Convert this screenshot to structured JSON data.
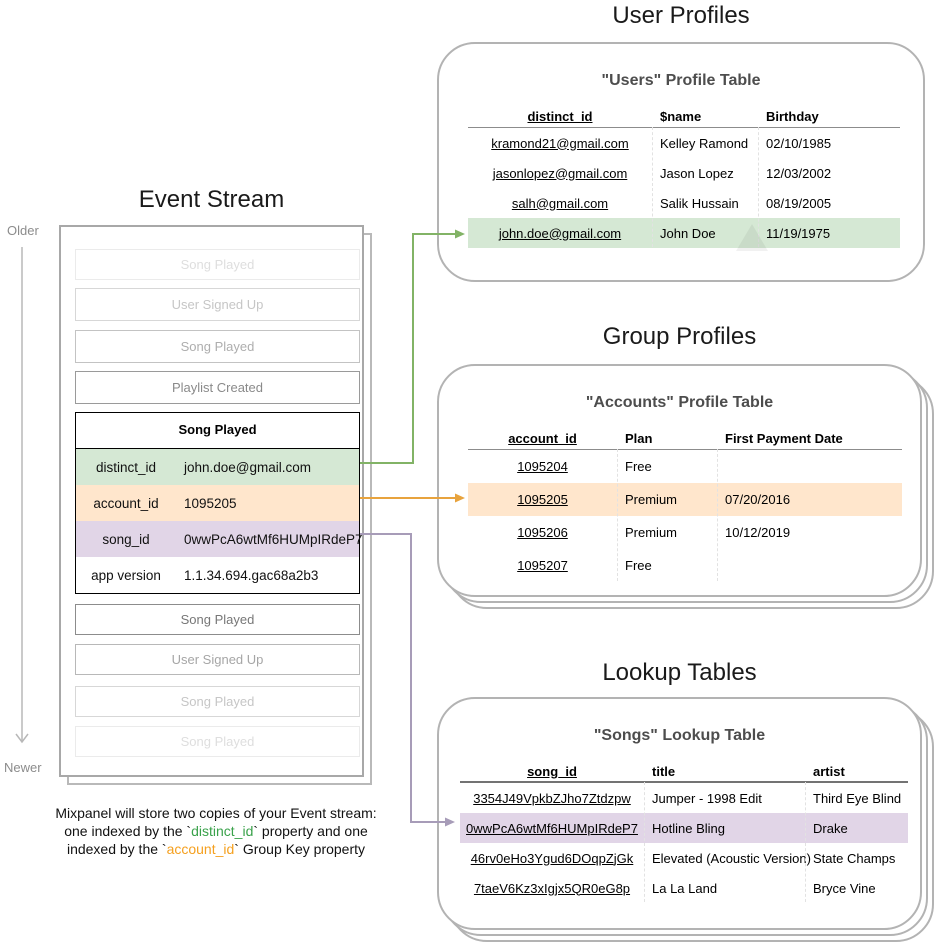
{
  "stream": {
    "title": "Event Stream",
    "older_label": "Older",
    "newer_label": "Newer",
    "events_before": [
      "Song Played",
      "User Signed Up",
      "Song Played",
      "Playlist Created"
    ],
    "selected_event": {
      "name": "Song Played",
      "properties": [
        {
          "key": "distinct_id",
          "value": "john.doe@gmail.com",
          "highlight": "green"
        },
        {
          "key": "account_id",
          "value": "1095205",
          "highlight": "orange"
        },
        {
          "key": "song_id",
          "value": "0wwPcA6wtMf6HUMpIRdeP7",
          "highlight": "purple"
        },
        {
          "key": "app version",
          "value": "1.1.34.694.gac68a2b3",
          "highlight": "none"
        }
      ]
    },
    "events_after": [
      "Song Played",
      "User Signed Up",
      "Song Played",
      "Song Played"
    ]
  },
  "user_profiles": {
    "section_title": "User Profiles",
    "table_title": "\"Users\" Profile Table",
    "columns": [
      "distinct_id",
      "$name",
      "Birthday"
    ],
    "rows": [
      [
        "kramond21@gmail.com",
        "Kelley Ramond",
        "02/10/1985"
      ],
      [
        "jasonlopez@gmail.com",
        "Jason Lopez",
        "12/03/2002"
      ],
      [
        "salh@gmail.com",
        "Salik Hussain",
        "08/19/2005"
      ],
      [
        "john.doe@gmail.com",
        "John Doe",
        "11/19/1975"
      ]
    ],
    "highlight_row_index": 3,
    "highlight_color": "green"
  },
  "group_profiles": {
    "section_title": "Group Profiles",
    "table_title": "\"Accounts\" Profile Table",
    "columns": [
      "account_id",
      "Plan",
      "First Payment Date"
    ],
    "rows": [
      [
        "1095204",
        "Free",
        ""
      ],
      [
        "1095205",
        "Premium",
        "07/20/2016"
      ],
      [
        "1095206",
        "Premium",
        "10/12/2019"
      ],
      [
        "1095207",
        "Free",
        ""
      ]
    ],
    "highlight_row_index": 1,
    "highlight_color": "orange"
  },
  "lookup_tables": {
    "section_title": "Lookup Tables",
    "table_title": "\"Songs\" Lookup Table",
    "columns": [
      "song_id",
      "title",
      "artist"
    ],
    "rows": [
      [
        "3354J49VpkbZJho7Ztdzpw",
        "Jumper - 1998 Edit",
        "Third Eye Blind"
      ],
      [
        "0wwPcA6wtMf6HUMpIRdeP7",
        "Hotline Bling",
        "Drake"
      ],
      [
        "46rv0eHo3Ygud6DOqpZjGk",
        "Elevated (Acoustic Version)",
        "State Champs"
      ],
      [
        "7taeV6Kz3xIgjx5QR0eG8p",
        "La La Land",
        "Bryce Vine"
      ]
    ],
    "highlight_row_index": 1,
    "highlight_color": "purple"
  },
  "caption": {
    "line1": "Mixpanel will store two copies of your Event stream:",
    "line2_pre": "one indexed by the `",
    "line2_code": "distinct_id",
    "line2_post": "` property and one",
    "line3_pre": "indexed by the `",
    "line3_code": "account_id",
    "line3_post": "` Group Key property"
  },
  "colors": {
    "green_fill": "#d5e8d4",
    "orange_fill": "#ffe6cc",
    "purple_fill": "#e1d5e7",
    "green_arrow": "#82b366",
    "orange_arrow": "#e8a33d",
    "purple_arrow": "#a79cb8",
    "caption_green": "#3aa24b",
    "caption_orange": "#f5a01f",
    "timeline_gray": "#b8b8b8"
  }
}
